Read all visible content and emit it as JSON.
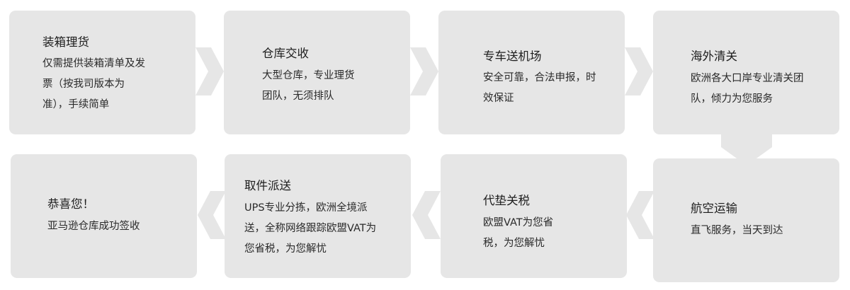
{
  "flow": {
    "steps": [
      {
        "title": "装箱理货",
        "desc": "仅需提供装箱清单及发票（按我司版本为准），手续简单"
      },
      {
        "title": "仓库交收",
        "desc": "大型仓库，专业理货团队，无须排队"
      },
      {
        "title": "专车送机场",
        "desc": "安全可靠，合法申报，时效保证"
      },
      {
        "title": "海外清关",
        "desc": "欧洲各大口岸专业清关团队，倾力为您服务"
      },
      {
        "title": "航空运输",
        "desc": "直飞服务，当天到达"
      },
      {
        "title": "代垫关税",
        "desc": "欧盟VAT为您省税，为您解忧"
      },
      {
        "title": "取件派送",
        "desc": "UPS专业分拣，欧洲全境派送，全称网络跟踪欧盟VAT为您省税，为您解忧"
      },
      {
        "title": "恭喜您！",
        "desc": "亚马逊仓库成功签收"
      }
    ],
    "colors": {
      "box": "#e6e6e6",
      "arrow": "#e6e6e6",
      "title": "#1e1e1e",
      "text": "#2a2a2a"
    }
  }
}
